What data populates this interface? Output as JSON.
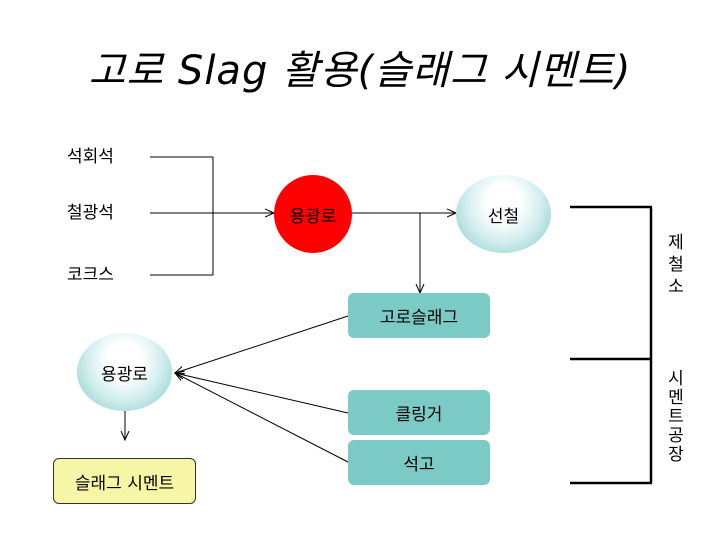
{
  "title": "고로 Slag 활용(슬래그 시멘트)",
  "inputs": [
    "석회석",
    "철광석",
    "코크스"
  ],
  "nodes": {
    "blast_furnace_top": "용광로",
    "pig_iron": "선철",
    "blast_slag": "고로슬래그",
    "blast_furnace_bottom": "용광로",
    "clinker": "클링거",
    "gypsum": "석고",
    "slag_cement": "슬래그 시멘트"
  },
  "groups": {
    "steel_mill": "제철소",
    "cement_plant": "시멘트공장"
  },
  "colors": {
    "furnace": "#ff0000",
    "teal": "#7ccac6",
    "product": "#f7f5a6"
  }
}
